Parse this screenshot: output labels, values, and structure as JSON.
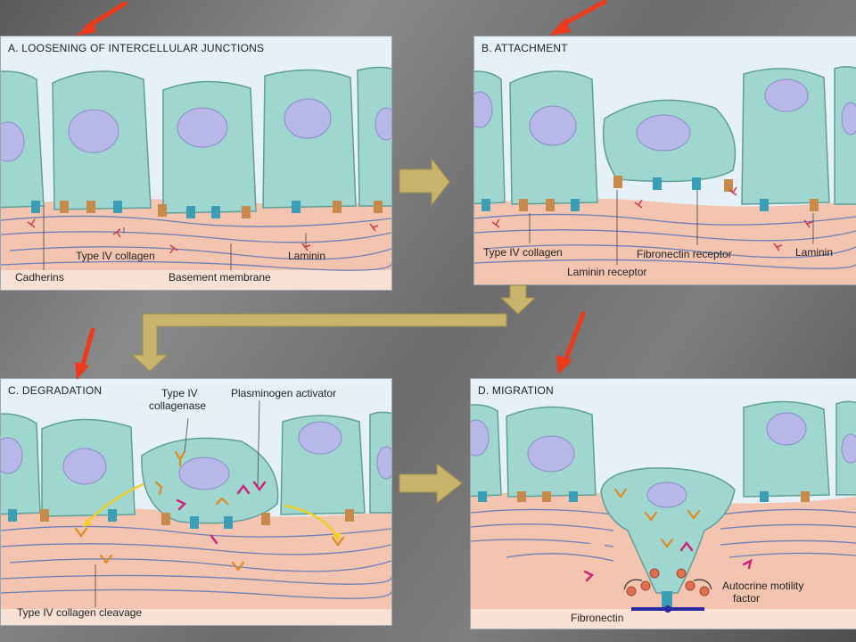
{
  "panels": {
    "a": {
      "title": "A. LOOSENING OF INTERCELLULAR JUNCTIONS",
      "labels": {
        "type_iv_collagen": "Type IV collagen",
        "laminin": "Laminin",
        "cadherins": "Cadherins",
        "basement_membrane": "Basement membrane"
      }
    },
    "b": {
      "title": "B. ATTACHMENT",
      "labels": {
        "type_iv_collagen": "Type IV collagen",
        "fibronectin_receptor": "Fibronectin receptor",
        "laminin": "Laminin",
        "laminin_receptor": "Laminin receptor"
      }
    },
    "c": {
      "title": "C. DEGRADATION",
      "labels": {
        "type_iv_collagenase_1": "Type IV",
        "type_iv_collagenase_2": "collagenase",
        "plasminogen_activator": "Plasminogen activator",
        "type_iv_collagen_cleavage": "Type IV collagen cleavage"
      }
    },
    "d": {
      "title": "D. MIGRATION",
      "labels": {
        "autocrine_motility_factor_1": "Autocrine motility",
        "autocrine_motility_factor_2": "factor",
        "fibronectin": "Fibronectin"
      }
    }
  },
  "colors": {
    "cell_fill": "#9fd6cf",
    "nucleus_fill": "#b7b8e8",
    "membrane_fill": "#f3c4b0",
    "fiber_stroke": "#6e7fb8",
    "pointer_arrow": "#ee3a1a",
    "flow_arrow": "#c8b46a",
    "collagenase": "#e08a20",
    "plasminogen": "#d0207a"
  }
}
